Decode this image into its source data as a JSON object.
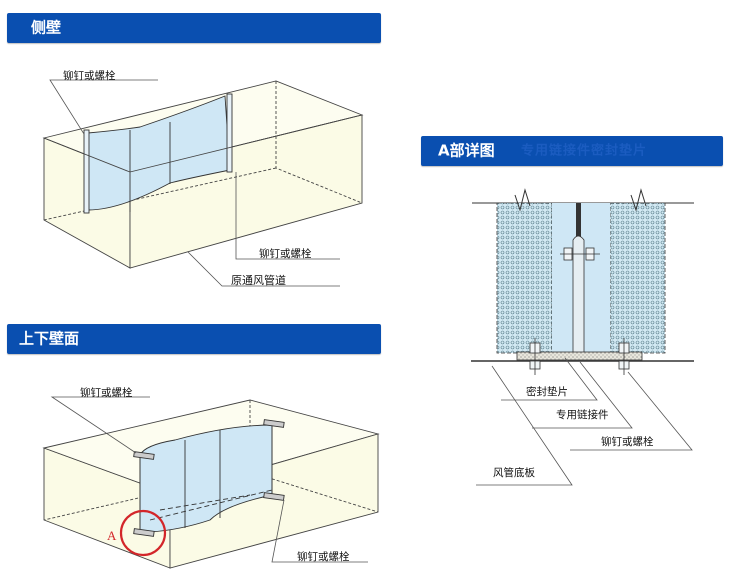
{
  "sections": {
    "side_wall": {
      "title": "侧壁"
    },
    "top_bottom_wall": {
      "title": "上下壁面"
    },
    "detail_a": {
      "title": "A部详图",
      "ghost_text": "专用链接件密封垫片"
    }
  },
  "side_wall_labels": {
    "rivet_top": "铆钉或螺栓",
    "rivet_right": "铆钉或螺栓",
    "original_duct": "原通风管道"
  },
  "top_bottom_labels": {
    "rivet_top": "铆钉或螺栓",
    "rivet_bottom": "铆钉或螺栓",
    "marker": "A"
  },
  "detail_labels": {
    "gasket": "密封垫片",
    "connector": "专用链接件",
    "rivet": "铆钉或螺栓",
    "duct_floor": "风管底板"
  },
  "colors": {
    "banner": "#0a4fb0",
    "duct_fill": "#fbfbe6",
    "panel_fill": "#cfe7f5",
    "marker_red": "#d3262a",
    "line": "#333333"
  }
}
